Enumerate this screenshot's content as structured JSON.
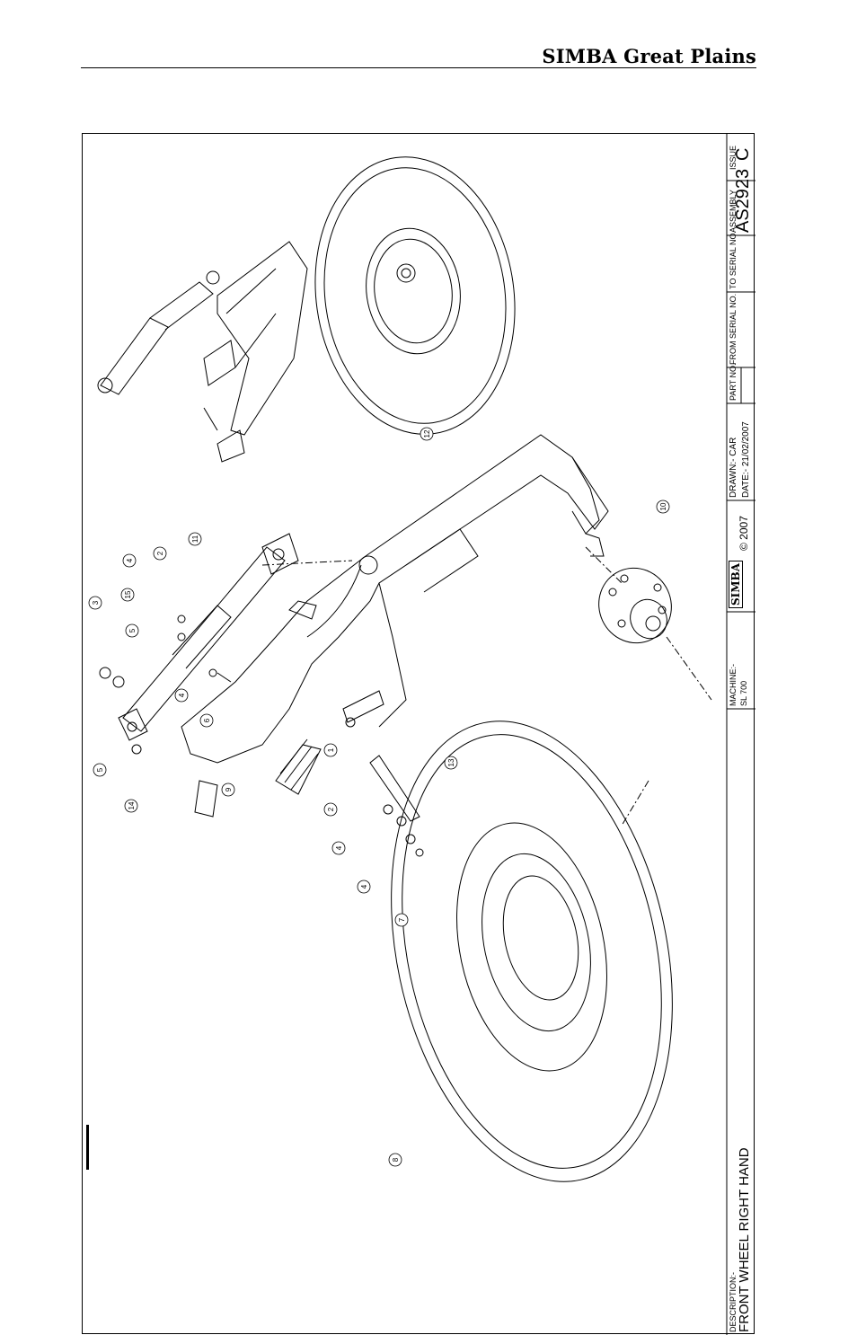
{
  "header": {
    "brand": "SIMBA Great Plains"
  },
  "title_block": {
    "description_label": "DESCRIPTION:-",
    "description": "FRONT WHEEL RIGHT HAND",
    "machine_label": "MACHINE:-",
    "machine": "SL 700",
    "logo_text": "SIMBA",
    "copyright": "© 2007",
    "drawn": "DRAWN:- CAR",
    "date": "DATE:- 21/02/2007",
    "part_no_label": "PART NO.",
    "from_serial_label": "FROM SERIAL NO.",
    "to_serial_label": "TO SERIAL NO.",
    "assembly_label": "ASSEMBLY",
    "assembly": "AS2923",
    "issue_label": "ISSUE",
    "issue": "C"
  },
  "callouts": [
    "1",
    "2",
    "2",
    "3",
    "4",
    "4",
    "4",
    "4",
    "5",
    "5",
    "6",
    "7",
    "8",
    "9",
    "10",
    "11",
    "12",
    "13",
    "14",
    "15"
  ]
}
